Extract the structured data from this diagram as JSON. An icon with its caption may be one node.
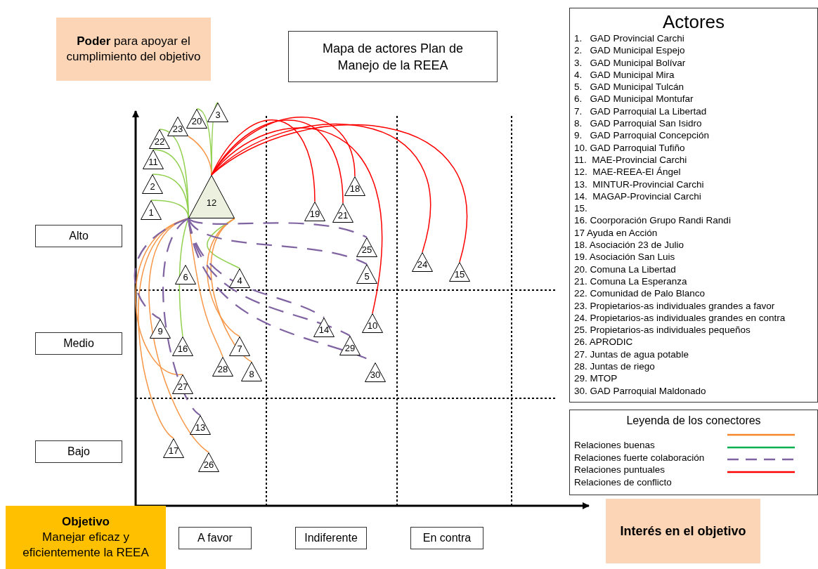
{
  "diagram": {
    "title": "Mapa de actores Plan de Manejo de la REEA",
    "nodes": [
      {
        "text": [
          "1"
        ]
      },
      {
        "text": [
          "2"
        ]
      },
      {
        "text": [
          "3"
        ]
      },
      {
        "text": [
          "4"
        ]
      },
      {
        "text": [
          "5"
        ]
      },
      {
        "text": [
          "6"
        ]
      },
      {
        "text": [
          "7"
        ]
      },
      {
        "text": [
          "8"
        ]
      },
      {
        "text": [
          "9"
        ]
      },
      {
        "text": [
          "10"
        ]
      },
      {
        "text": [
          "11"
        ]
      },
      {
        "text": [
          "12"
        ]
      },
      {
        "text": [
          "13"
        ]
      },
      {
        "text": [
          "14"
        ]
      },
      {
        "text": [
          "15"
        ]
      },
      {
        "text": [
          "16"
        ]
      },
      {
        "text": [
          "17"
        ]
      },
      {
        "text": [
          "18"
        ]
      },
      {
        "text": [
          "19"
        ]
      },
      {
        "text": [
          "20"
        ]
      },
      {
        "text": [
          "21"
        ]
      },
      {
        "text": [
          "22"
        ]
      },
      {
        "text": [
          "23"
        ]
      },
      {
        "text": [
          "24"
        ]
      },
      {
        "text": [
          "25"
        ]
      },
      {
        "text": [
          "26"
        ]
      },
      {
        "text": [
          "27"
        ]
      },
      {
        "text": [
          "28"
        ]
      },
      {
        "text": [
          "29"
        ]
      },
      {
        "text": [
          "30"
        ]
      },
      {
        "text": [
          "**Poder** para apoyar el cumplimiento del objetivo"
        ]
      },
      {
        "text": [
          "Alto"
        ]
      },
      {
        "text": [
          "Medio"
        ]
      },
      {
        "text": [
          "Bajo"
        ]
      },
      {
        "text": [
          "Objetivo",
          "Manejar eficaz y eficientemente la REEA"
        ]
      },
      {
        "text": [
          "A favor"
        ]
      },
      {
        "text": [
          "Indiferente"
        ]
      },
      {
        "text": [
          "En contra"
        ]
      },
      {
        "text": [
          "Interés en el objetivo"
        ]
      },
      {
        "text": [
          "Actores",
          "1.   GAD Provincial Carchi",
          "2.   GAD Municipal Espejo",
          "3.   GAD Municipal Bolívar",
          "4.   GAD Municipal Mira",
          "5.   GAD Municipal Tulcán",
          "6.   GAD Municipal Montufar",
          "7.   GAD Parroquial La Libertad",
          "8.   GAD Parroquial San Isidro",
          "9.   GAD Parroquial Concepción",
          "10. GAD Parroquial Tufiño",
          "11.  MAE-Provincial Carchi",
          "12.  MAE-REEA-El Ángel",
          "13.  MINTUR-Provincial Carchi",
          "14.  MAGAP-Provincial Carchi",
          "15.",
          "16. Coorporación Grupo Randi Randi",
          "17 Ayuda en Acción",
          "18. Asociación 23 de Julio",
          "19. Asociación San Luis",
          "20. Comuna La Libertad",
          "21. Comuna La Esperanza",
          "22. Comunidad de Palo Blanco",
          "23. Propietarios-as individuales grandes a favor",
          "24. Propietarios-as individuales grandes en contra",
          "25. Propietarios-as individuales pequeños",
          "26. APRODIC",
          "27. Juntas de agua potable",
          "28. Juntas de riego",
          "29. MTOP",
          "30. GAD Parroquial Maldonado"
        ]
      }
    ],
    "edges": [
      {
        "from": 11,
        "to": 0,
        "arrow": "none",
        "color": "#92d050"
      },
      {
        "from": 11,
        "to": 1,
        "arrow": "none",
        "color": "#92d050"
      },
      {
        "from": 11,
        "to": 10,
        "arrow": "none",
        "color": "#92d050"
      },
      {
        "from": 11,
        "to": 21,
        "arrow": "none",
        "color": "#92d050"
      },
      {
        "from": 11,
        "to": 19,
        "arrow": "none",
        "color": "#92d050"
      },
      {
        "from": 11,
        "to": 2,
        "arrow": "none",
        "color": "#92d050"
      },
      {
        "from": 11,
        "to": 3,
        "arrow": "none",
        "color": "#92d050"
      },
      {
        "from": 11,
        "to": 15,
        "arrow": "none",
        "color": "#92d050"
      },
      {
        "from": 11,
        "to": 22,
        "arrow": "none",
        "color": "#f79646"
      },
      {
        "from": 11,
        "to": 27,
        "arrow": "none",
        "color": "#f79646"
      },
      {
        "from": 11,
        "to": 26,
        "arrow": "none",
        "color": "#f79646"
      },
      {
        "from": 11,
        "to": 16,
        "arrow": "none",
        "color": "#f79646"
      },
      {
        "from": 11,
        "to": 25,
        "arrow": "none",
        "color": "#f79646"
      },
      {
        "from": 11,
        "to": 6,
        "arrow": "none",
        "color": "#f79646"
      },
      {
        "from": 11,
        "to": 7,
        "arrow": "none",
        "color": "#f79646"
      },
      {
        "from": 11,
        "to": 18,
        "arrow": "none",
        "color": "#ff0000"
      },
      {
        "from": 11,
        "to": 20,
        "arrow": "none",
        "color": "#ff0000"
      },
      {
        "from": 11,
        "to": 17,
        "arrow": "none",
        "color": "#ff0000"
      },
      {
        "from": 11,
        "to": 9,
        "arrow": "none",
        "color": "#ff0000"
      },
      {
        "from": 11,
        "to": 23,
        "arrow": "none",
        "color": "#ff0000"
      },
      {
        "from": 11,
        "to": 14,
        "arrow": "none",
        "color": "#ff0000"
      },
      {
        "from": 11,
        "to": 8,
        "arrow": "none",
        "style": "dashed",
        "color": "#8064a2"
      },
      {
        "from": 11,
        "to": 12,
        "arrow": "none",
        "style": "dashed",
        "color": "#8064a2"
      },
      {
        "from": 11,
        "to": 24,
        "arrow": "none",
        "style": "dashed",
        "color": "#8064a2"
      },
      {
        "from": 11,
        "to": 4,
        "arrow": "none",
        "style": "dashed",
        "color": "#8064a2"
      },
      {
        "from": 11,
        "to": 13,
        "arrow": "none",
        "style": "dashed",
        "color": "#8064a2"
      },
      {
        "from": 11,
        "to": 28,
        "arrow": "none",
        "style": "dashed",
        "color": "#8064a2"
      },
      {
        "from": 11,
        "to": 29,
        "arrow": "none",
        "style": "dashed",
        "color": "#8064a2"
      }
    ],
    "labels": [
      "Leyenda de los conectores"
    ],
    "legend": [
      {
        "text": "Relaciones buenas"
      },
      {
        "text": "Relaciones fuerte colaboración"
      },
      {
        "text": "Relaciones puntuales"
      },
      {
        "text": "Relaciones de conflicto"
      }
    ]
  }
}
